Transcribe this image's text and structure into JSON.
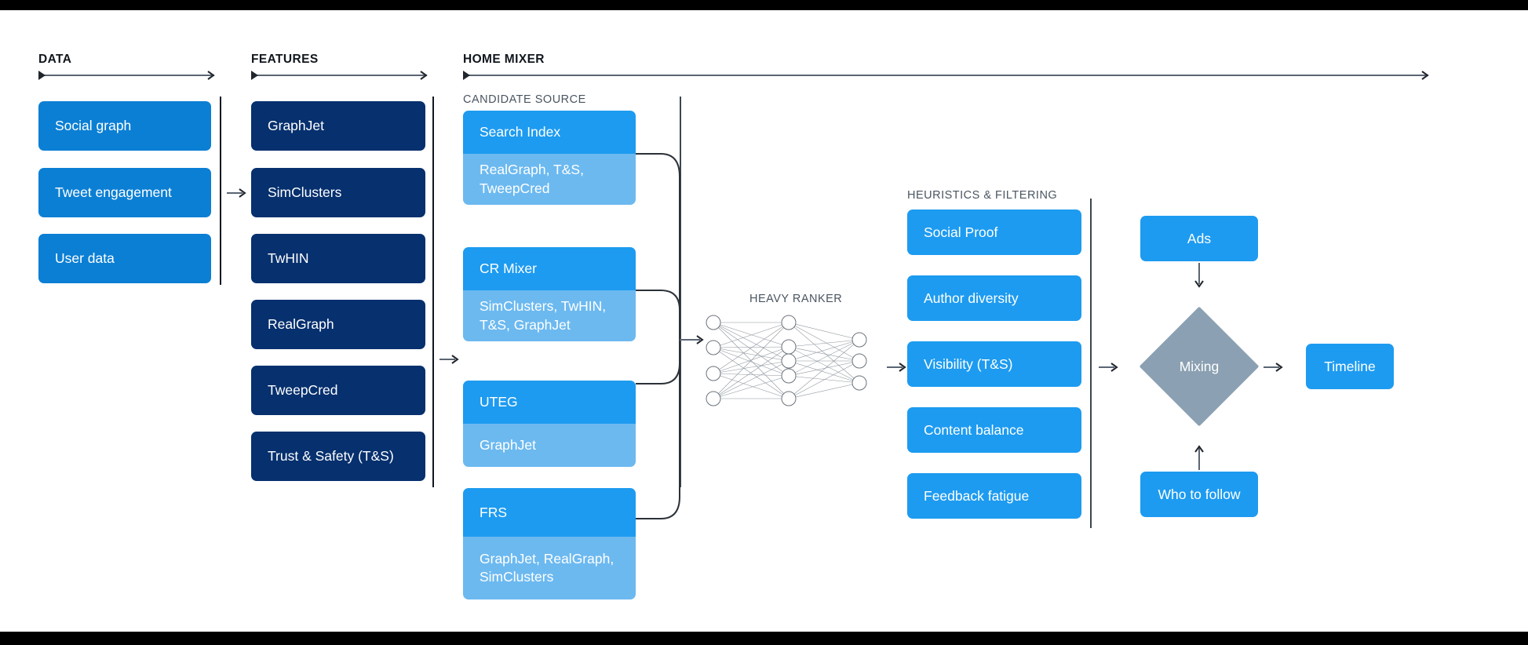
{
  "sections": {
    "data": {
      "label": "DATA"
    },
    "features": {
      "label": "FEATURES"
    },
    "home_mixer": {
      "label": "HOME MIXER"
    },
    "candidate_source": {
      "label": "CANDIDATE SOURCE"
    },
    "heavy_ranker": {
      "label": "HEAVY RANKER"
    },
    "heuristics": {
      "label": "HEURISTICS & FILTERING"
    }
  },
  "data_column": {
    "items": [
      {
        "label": "Social graph"
      },
      {
        "label": "Tweet engagement"
      },
      {
        "label": "User data"
      }
    ]
  },
  "features_column": {
    "items": [
      {
        "label": "GraphJet"
      },
      {
        "label": "SimClusters"
      },
      {
        "label": "TwHIN"
      },
      {
        "label": "RealGraph"
      },
      {
        "label": "TweepCred"
      },
      {
        "label": "Trust & Safety (T&S)"
      }
    ]
  },
  "candidate_sources": {
    "items": [
      {
        "title": "Search Index",
        "features": "RealGraph, T&S,\nTweepCred"
      },
      {
        "title": "CR Mixer",
        "features": "SimClusters, TwHIN,\nT&S, GraphJet"
      },
      {
        "title": "UTEG",
        "features": "GraphJet"
      },
      {
        "title": "FRS",
        "features": "GraphJet, RealGraph,\nSimClusters"
      }
    ]
  },
  "heavy_ranker": {
    "layers": [
      4,
      5,
      3
    ]
  },
  "heuristics_column": {
    "items": [
      {
        "label": "Social Proof"
      },
      {
        "label": "Author diversity"
      },
      {
        "label": "Visibility (T&S)"
      },
      {
        "label": "Content balance"
      },
      {
        "label": "Feedback fatigue"
      }
    ]
  },
  "output_stage": {
    "ads": {
      "label": "Ads"
    },
    "mixing": {
      "label": "Mixing"
    },
    "who_to_follow": {
      "label": "Who to follow"
    },
    "timeline": {
      "label": "Timeline"
    }
  },
  "colors": {
    "blue": "#0b7fd4",
    "navy": "#06306e",
    "bright_blue": "#1d9bf0",
    "light_blue": "#6cb9f0",
    "slate": "#8ba0b2",
    "arrow": "#5a6572",
    "label": "#4a5560"
  }
}
